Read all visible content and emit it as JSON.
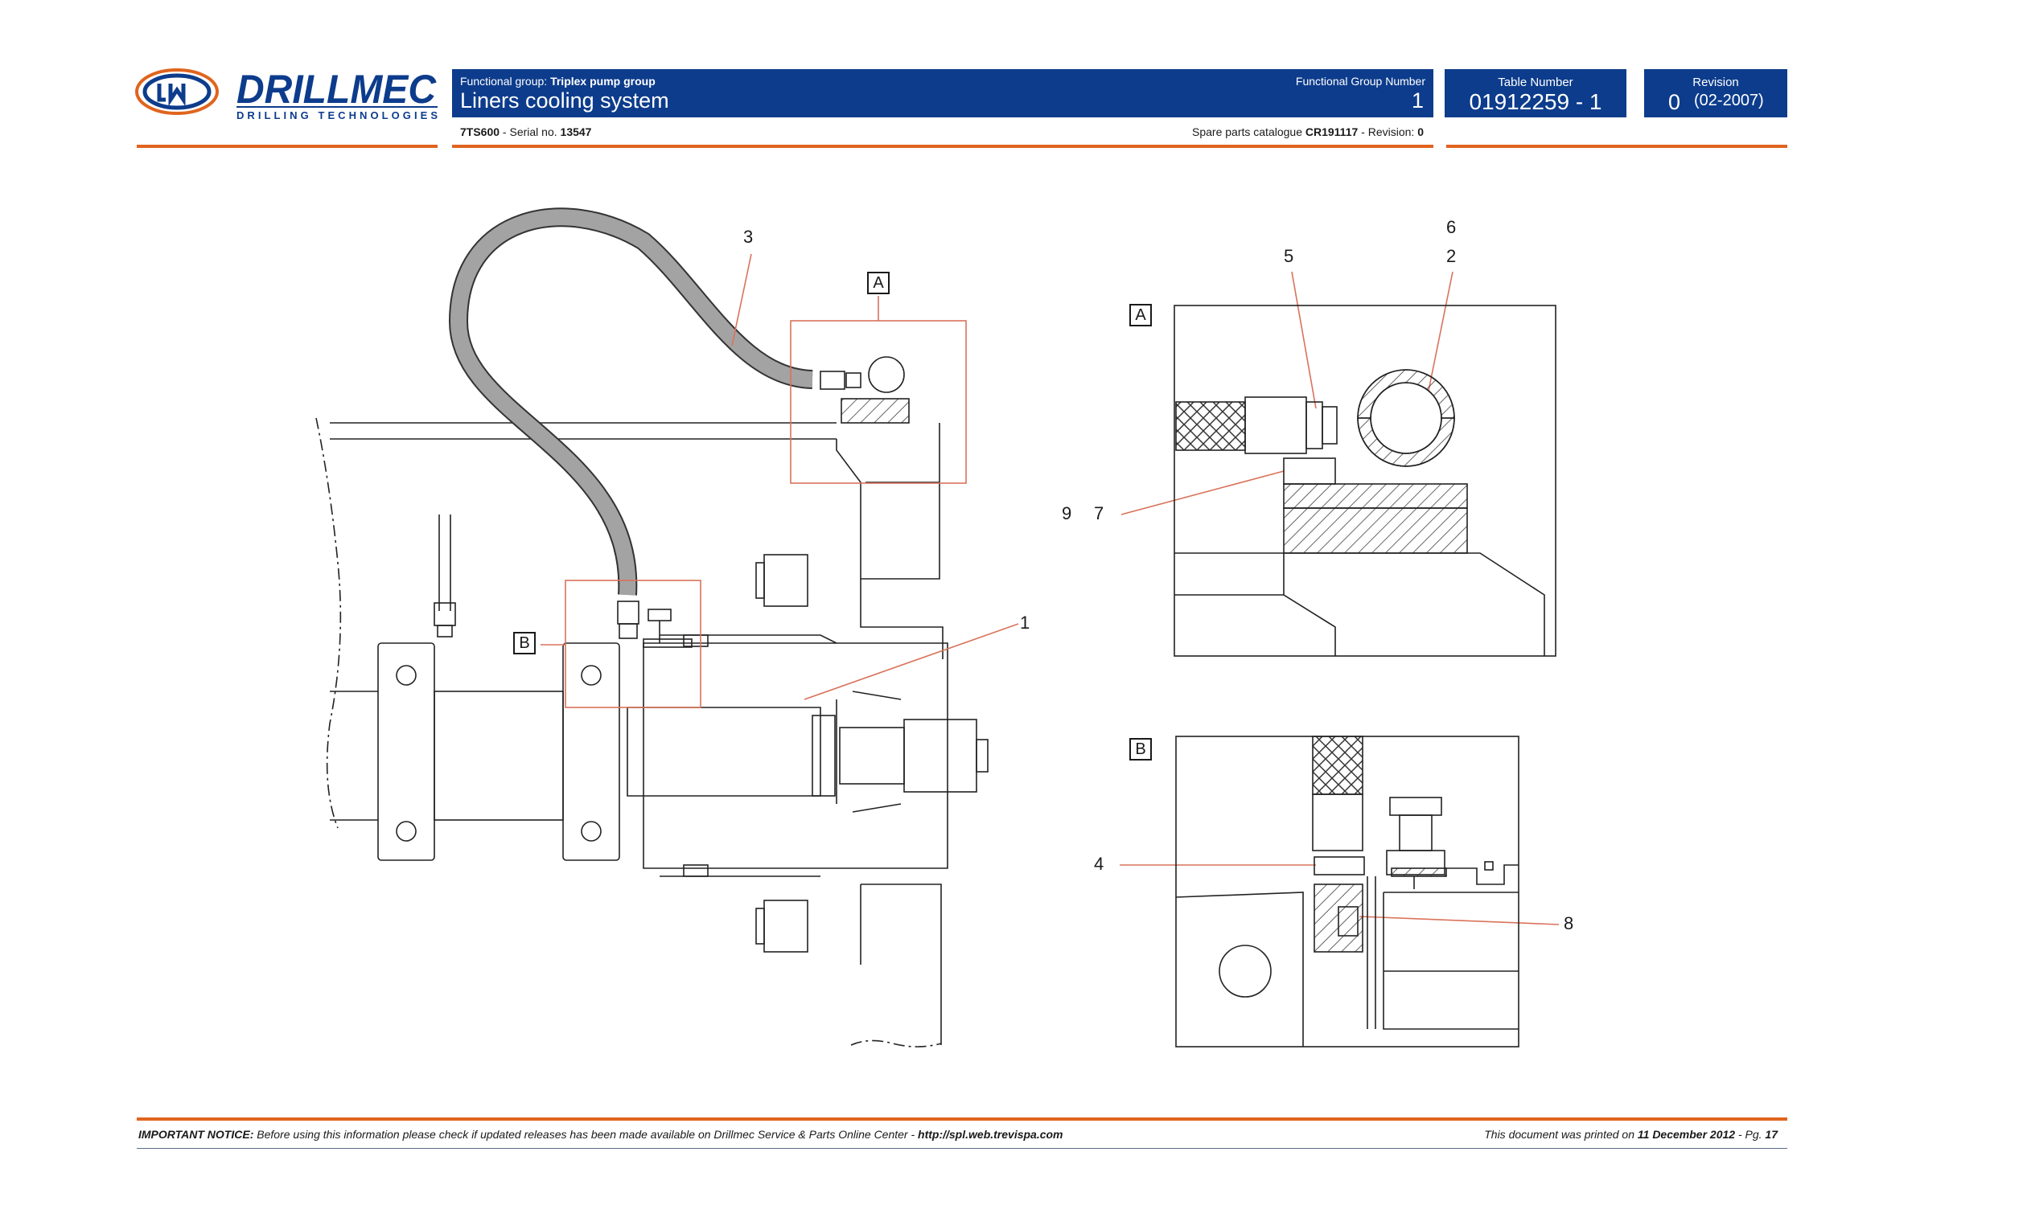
{
  "logo": {
    "brand": "DRILLMEC",
    "tagline": "DRILLING TECHNOLOGIES"
  },
  "header": {
    "group_prefix": "Functional group: ",
    "group_name": "Triplex pump group",
    "title": "Liners cooling system",
    "fgn_label": "Functional Group Number",
    "fgn_value": "1",
    "table_label": "Table Number",
    "table_value": "01912259 - 1",
    "revision_label": "Revision",
    "revision_number": "0",
    "revision_date": "(02-2007)"
  },
  "subheader": {
    "model": "7TS600",
    "serial_prefix": " - Serial no. ",
    "serial": "13547",
    "catalogue_prefix": "Spare parts catalogue ",
    "catalogue": "CR191117",
    "revision_prefix": " - Revision: ",
    "revision": "0"
  },
  "callouts": {
    "c1": "1",
    "c2": "2",
    "c3": "3",
    "c4": "4",
    "c5": "5",
    "c6": "6",
    "c7": "7",
    "c8": "8",
    "c9": "9"
  },
  "detail_labels": {
    "a_main": "A",
    "b_main": "B",
    "a_detail": "A",
    "b_detail": "B"
  },
  "footer": {
    "notice_label": "IMPORTANT NOTICE:",
    "notice_text": " Before using this information please check if updated releases has been made available on Drillmec Service & Parts Online Center - ",
    "url": "http://spl.web.trevispa.com",
    "printed_prefix": "This document was printed on ",
    "printed_date": "11 December 2012",
    "page_prefix": " - Pg. ",
    "page": "17"
  },
  "colors": {
    "header_blue": "#0d3c8c",
    "accent_orange": "#e0641e",
    "leader_red": "#d9735a"
  }
}
